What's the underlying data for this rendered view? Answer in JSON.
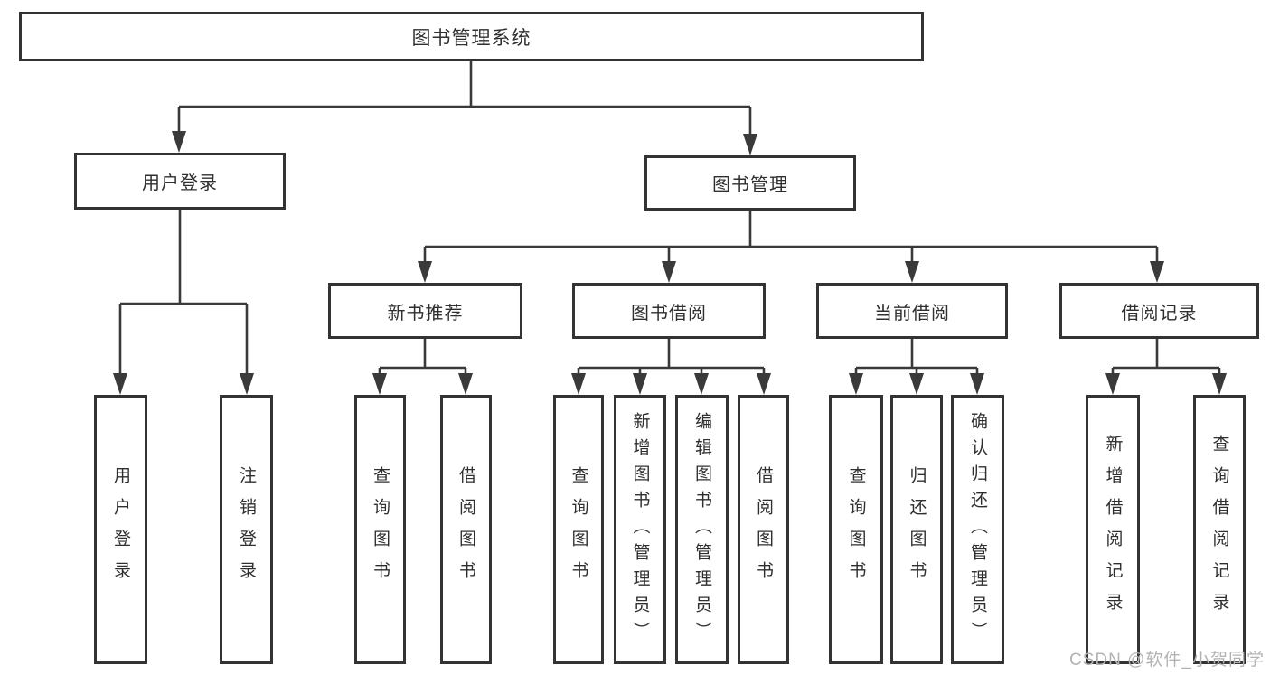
{
  "tree": {
    "root": {
      "label": "图书管理系统"
    },
    "branches": [
      {
        "label": "用户登录",
        "children": [
          {
            "label": "用户登录"
          },
          {
            "label": "注销登录"
          }
        ]
      },
      {
        "label": "图书管理",
        "groups": [
          {
            "label": "新书推荐",
            "children": [
              {
                "label": "查询图书"
              },
              {
                "label": "借阅图书"
              }
            ]
          },
          {
            "label": "图书借阅",
            "children": [
              {
                "label": "查询图书"
              },
              {
                "label": "新增图书（管理员）"
              },
              {
                "label": "编辑图书（管理员）"
              },
              {
                "label": "借阅图书"
              }
            ]
          },
          {
            "label": "当前借阅",
            "children": [
              {
                "label": "查询图书"
              },
              {
                "label": "归还图书"
              },
              {
                "label": "确认归还（管理员）"
              }
            ]
          },
          {
            "label": "借阅记录",
            "children": [
              {
                "label": "新增借阅记录"
              },
              {
                "label": "查询借阅记录"
              }
            ]
          }
        ]
      }
    ]
  },
  "watermark": {
    "text": "CSDN @软件_小贺同学"
  },
  "colors": {
    "border": "#333333",
    "line": "#3a3a3a",
    "text": "#2f2f2f",
    "watermark": "#b3b3b3",
    "background": "#ffffff"
  }
}
